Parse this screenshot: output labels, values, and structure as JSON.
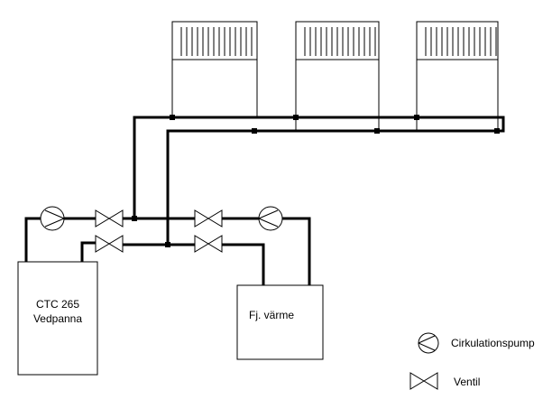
{
  "boiler": {
    "line1": "CTC 265",
    "line2": "Vedpanna"
  },
  "district_heating": {
    "label": "Fj. värme"
  },
  "legend": [
    {
      "symbol": "pump-icon",
      "label": "Cirkulationspump"
    },
    {
      "symbol": "valve-icon",
      "label": "Ventil"
    }
  ],
  "radiator_count": 3,
  "valve_count": 4,
  "pump_count": 2
}
